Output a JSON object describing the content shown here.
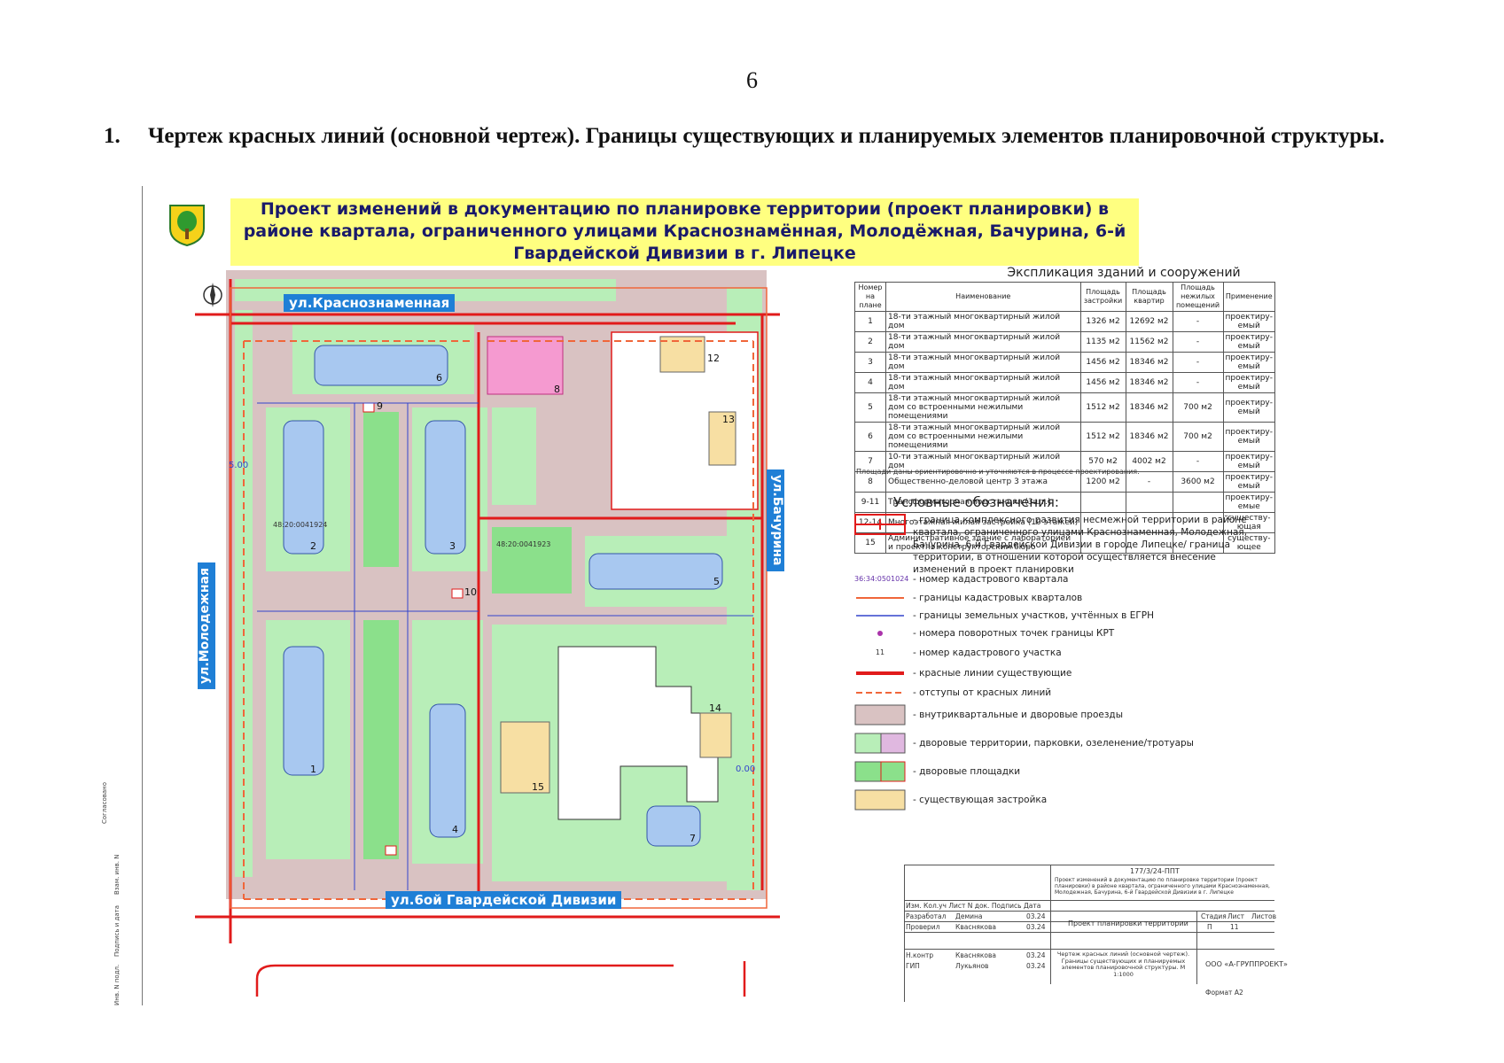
{
  "page_number": "6",
  "heading": "1.  Чертеж красных линий (основной чертеж). Границы существующих и планируемых элементов планировочной структуры.",
  "banner": {
    "line1": "Проект изменений в документацию по планировке территории (проект планировки) в",
    "line2": "районе квартала, ограниченного улицами Краснознамённая, Молодёжная, Бачурина, 6-й",
    "line3": "Гвардейской Дивизии в г. Липецке"
  },
  "streets": {
    "north": "ул.Краснознаменная",
    "west": "ул.Молодежная",
    "east": "ул.Бачурина",
    "south": "ул.6ой Гвардейской Дивизии"
  },
  "map_labels": {
    "cadastral1": "48:20:0041924",
    "cadastral2": "48:20:0041923",
    "offset1": "5.00",
    "offset2": "0.00",
    "b1": "1",
    "b2": "2",
    "b3": "3",
    "b4": "4",
    "b5": "5",
    "b6": "6",
    "b7": "7",
    "b8": "8",
    "b9": "9",
    "b10": "10",
    "b12": "12",
    "b13": "13",
    "b14": "14",
    "b15": "15"
  },
  "explication": {
    "title": "Экспликация зданий и сооружений",
    "headers": [
      "Номер на плане",
      "Наименование",
      "Площадь застройки",
      "Площадь квартир",
      "Площадь нежилых помещений",
      "Применение"
    ],
    "rows": [
      [
        "1",
        "18-ти этажный многоквартирный жилой дом",
        "1326 м2",
        "12692 м2",
        "-",
        "проектиру-емый"
      ],
      [
        "2",
        "18-ти этажный многоквартирный жилой дом",
        "1135 м2",
        "11562 м2",
        "-",
        "проектиру-емый"
      ],
      [
        "3",
        "18-ти этажный многоквартирный жилой дом",
        "1456 м2",
        "18346 м2",
        "-",
        "проектиру-емый"
      ],
      [
        "4",
        "18-ти этажный многоквартирный жилой дом",
        "1456 м2",
        "18346 м2",
        "-",
        "проектиру-емый"
      ],
      [
        "5",
        "18-ти этажный многоквартирный жилой дом со встроенными нежилыми помещениями",
        "1512 м2",
        "18346 м2",
        "700 м2",
        "проектиру-емый"
      ],
      [
        "6",
        "18-ти этажный многоквартирный жилой дом со встроенными нежилыми помещениями",
        "1512 м2",
        "18346 м2",
        "700 м2",
        "проектиру-емый"
      ],
      [
        "7",
        "10-ти этажный многоквартирный жилой дом",
        "570 м2",
        "4002 м2",
        "-",
        "проектиру-емый"
      ],
      [
        "8",
        "Общественно-деловой центр 3 этажа",
        "1200 м2",
        "-",
        "3600 м2",
        "проектиру-емый"
      ],
      [
        "9-11",
        "Трансформаторная подстанция (3шт.)",
        "",
        "",
        "",
        "проектиру-емые"
      ],
      [
        "12-14",
        "Многоэтажная жилая застройка (10 этажей)",
        "",
        "",
        "",
        "существу-ющая"
      ],
      [
        "15",
        "Административное здание с лабораторией и проектно конструкторским бюро",
        "",
        "",
        "",
        "существу-ющее"
      ]
    ],
    "note": "Площади даны ориентировочно и уточняются в процессе проектирования."
  },
  "legend": {
    "title": "Условные обозначения:",
    "items": [
      {
        "sym": "krt",
        "text": "- граница комплексного развития несмежной территории в районе квартала, ограниченного улицами Краснознаменная, Молодежная, Бачурина, 6-й Гвардейской Дивизии в городе Липецке/ граница территории, в отношении которой осуществляется внесение изменений в проект планировки"
      },
      {
        "sym": "cadnum",
        "label": "36:34:0501024",
        "text": "- номер кадастрового квартала"
      },
      {
        "sym": "orange-line",
        "text": "- границы  кадастровых кварталов"
      },
      {
        "sym": "blue-line",
        "text": "- границы  земельных участков, учтённых в ЕГРН"
      },
      {
        "sym": "point",
        "text": "- номера поворотных точек границы КРТ"
      },
      {
        "sym": "num",
        "label": "11",
        "text": "- номер кадастрового участка"
      },
      {
        "sym": "red-line",
        "text": "- красные линии существующие"
      },
      {
        "sym": "dash-line",
        "text": "- отступы от красных линий"
      },
      {
        "sym": "fill-road",
        "text": "- внутриквартальные и дворовые проезды"
      },
      {
        "sym": "fill-green",
        "text": "- дворовые территории, парковки, озеленение/тротуары"
      },
      {
        "sym": "fill-yard",
        "text": "- дворовые площадки"
      },
      {
        "sym": "fill-exist",
        "text": "- существующая застройка"
      }
    ]
  },
  "stamp": {
    "code": "177/3/24-ППТ",
    "desc": "Проект изменений в документацию по планировке территории (проект планировки) в районе квартала, ограниченного улицами Краснознаменная, Молодежная, Бачурина, 6-й Гвардейской Дивизии в г. Липецке",
    "cols": "Изм.  Кол.уч  Лист  N док.  Подпись  Дата",
    "dev_label": "Разработал",
    "dev_name": "Демина",
    "chk_label": "Проверил",
    "chk_name": "Кваснякова",
    "dates": "03.24",
    "project": "Проект планировки территории",
    "stage_h": "Стадия",
    "sheet_h": "Лист",
    "sheets_h": "Листов",
    "stage": "П",
    "sheet": "11",
    "nk_label": "Н.контр",
    "nk_name": "Кваснякова",
    "gip_label": "ГИП",
    "gip_name": "Лукьянов",
    "drawing": "Чертеж красных линий (основной чертеж). Границы существующих и планируемых элементов планировочной структуры. М 1:1000",
    "org": "ООО «А-ГРУППРОЕКТ»",
    "format": "Формат А2"
  },
  "side": {
    "s1": "Согласовано",
    "s2": "Взам. инв. N",
    "s3": "Подпись и дата",
    "s4": "Инв. N подл."
  },
  "colors": {
    "road": "#d9c2c2",
    "green": "#b8eeb8",
    "yard": "#8be08b",
    "building": "#a8c8f0",
    "existing": "#f7dfa3",
    "commercial": "#f59ad0",
    "red": "#e11b1b",
    "orange": "#f0663a",
    "street_label": "#1f7fd6"
  }
}
